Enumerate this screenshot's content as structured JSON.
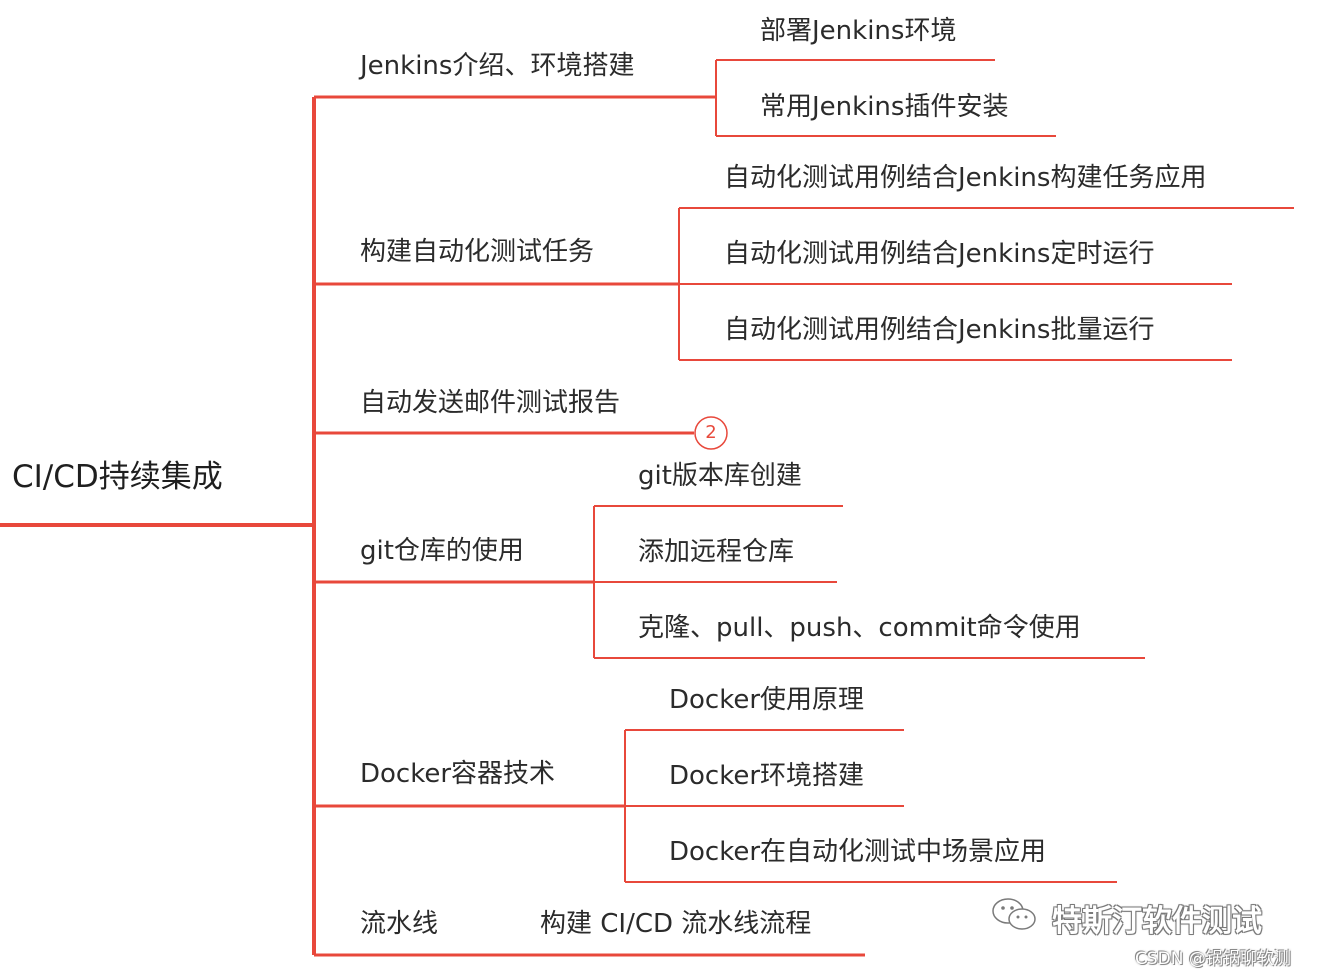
{
  "colors": {
    "line": "#e8483b",
    "text": "#2b2b2b",
    "badge": "#e84a3c"
  },
  "root": {
    "label": "CI/CD持续集成"
  },
  "branches": [
    {
      "label": "Jenkins介绍、环境搭建",
      "children": [
        "部署Jenkins环境",
        "常用Jenkins插件安装"
      ]
    },
    {
      "label": "构建自动化测试任务",
      "children": [
        "自动化测试用例结合Jenkins构建任务应用",
        "自动化测试用例结合Jenkins定时运行",
        "自动化测试用例结合Jenkins批量运行"
      ]
    },
    {
      "label": "自动发送邮件测试报告",
      "badge": "2",
      "children": []
    },
    {
      "label": "git仓库的使用",
      "children": [
        "git版本库创建",
        "添加远程仓库",
        "克隆、pull、push、commit命令使用"
      ]
    },
    {
      "label": "Docker容器技术",
      "children": [
        "Docker使用原理",
        "Docker环境搭建",
        "Docker在自动化测试中场景应用"
      ]
    },
    {
      "label": "流水线",
      "children": [
        "构建 CI/CD 流水线流程"
      ]
    }
  ],
  "watermark": {
    "icon": "wechat-icon",
    "brand": "特斯汀软件测试",
    "source": "CSDN @锅锅聊软测"
  }
}
